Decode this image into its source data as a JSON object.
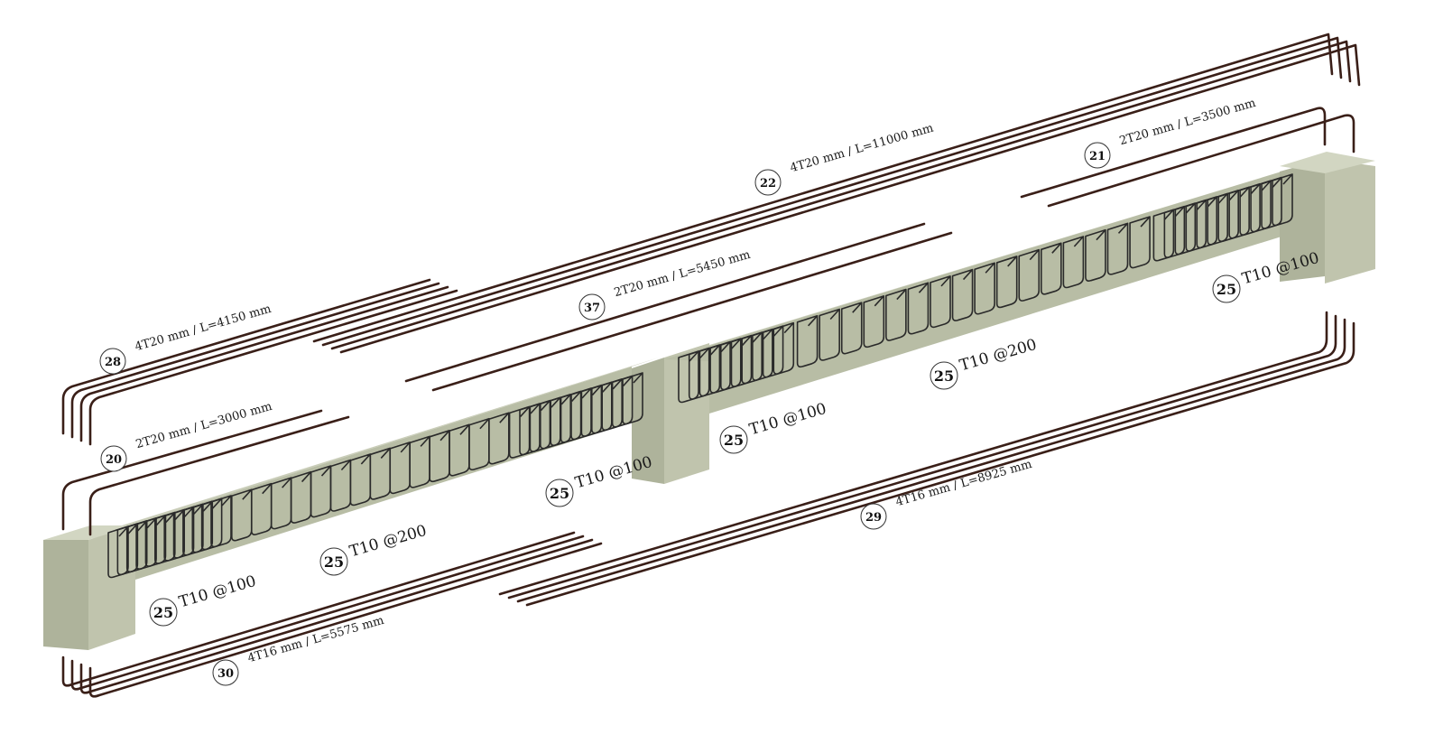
{
  "colors": {
    "rebar": "#3a1f18",
    "rebar_highlight": "#6b2e22",
    "concrete_top": "#c9cdb8",
    "concrete_front": "#b9bea6",
    "concrete_side": "#a7ad93",
    "stirrup": "#2a2a2a"
  },
  "callouts": {
    "c28": {
      "mark": "28",
      "text": "4T20 mm /  L=4150 mm"
    },
    "c22": {
      "mark": "22",
      "text": "4T20 mm /  L=11000 mm"
    },
    "c21": {
      "mark": "21",
      "text": "2T20 mm /  L=3500 mm"
    },
    "c37": {
      "mark": "37",
      "text": "2T20 mm /  L=5450 mm"
    },
    "c20": {
      "mark": "20",
      "text": "2T20 mm /  L=3000 mm"
    },
    "c29": {
      "mark": "29",
      "text": "4T16 mm /  L=8925 mm"
    },
    "c30": {
      "mark": "30",
      "text": "4T16 mm /  L=5575 mm"
    }
  },
  "stirrup_labels": {
    "s1": {
      "mark": "25",
      "text": "T10 @100"
    },
    "s2": {
      "mark": "25",
      "text": "T10 @200"
    },
    "s3": {
      "mark": "25",
      "text": "T10 @100"
    },
    "s4": {
      "mark": "25",
      "text": "T10 @100"
    },
    "s5": {
      "mark": "25",
      "text": "T10 @200"
    },
    "s6": {
      "mark": "25",
      "text": "T10 @100"
    }
  }
}
